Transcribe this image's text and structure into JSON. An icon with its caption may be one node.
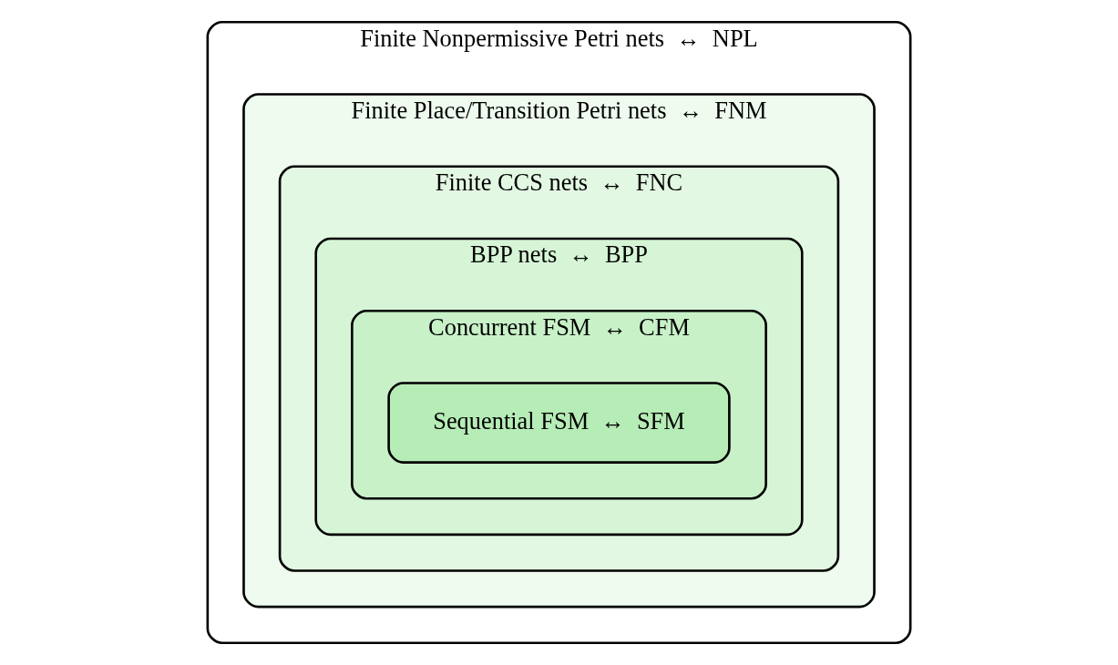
{
  "diagram": {
    "nodes": [
      {
        "text": [
          "Finite Nonpermissive Petri nets  ↔  NPL"
        ]
      },
      {
        "text": [
          "Finite Place/Transition Petri nets  ↔  FNM"
        ],
        "in": 0
      },
      {
        "text": [
          "Finite CCS nets  ↔  FNC"
        ],
        "in": 1
      },
      {
        "text": [
          "BPP nets  ↔  BPP"
        ],
        "in": 2
      },
      {
        "text": [
          "Concurrent FSM  ↔  CFM"
        ],
        "in": 3
      },
      {
        "text": [
          "Sequential FSM  ↔  SFM"
        ],
        "in": 4
      }
    ]
  }
}
